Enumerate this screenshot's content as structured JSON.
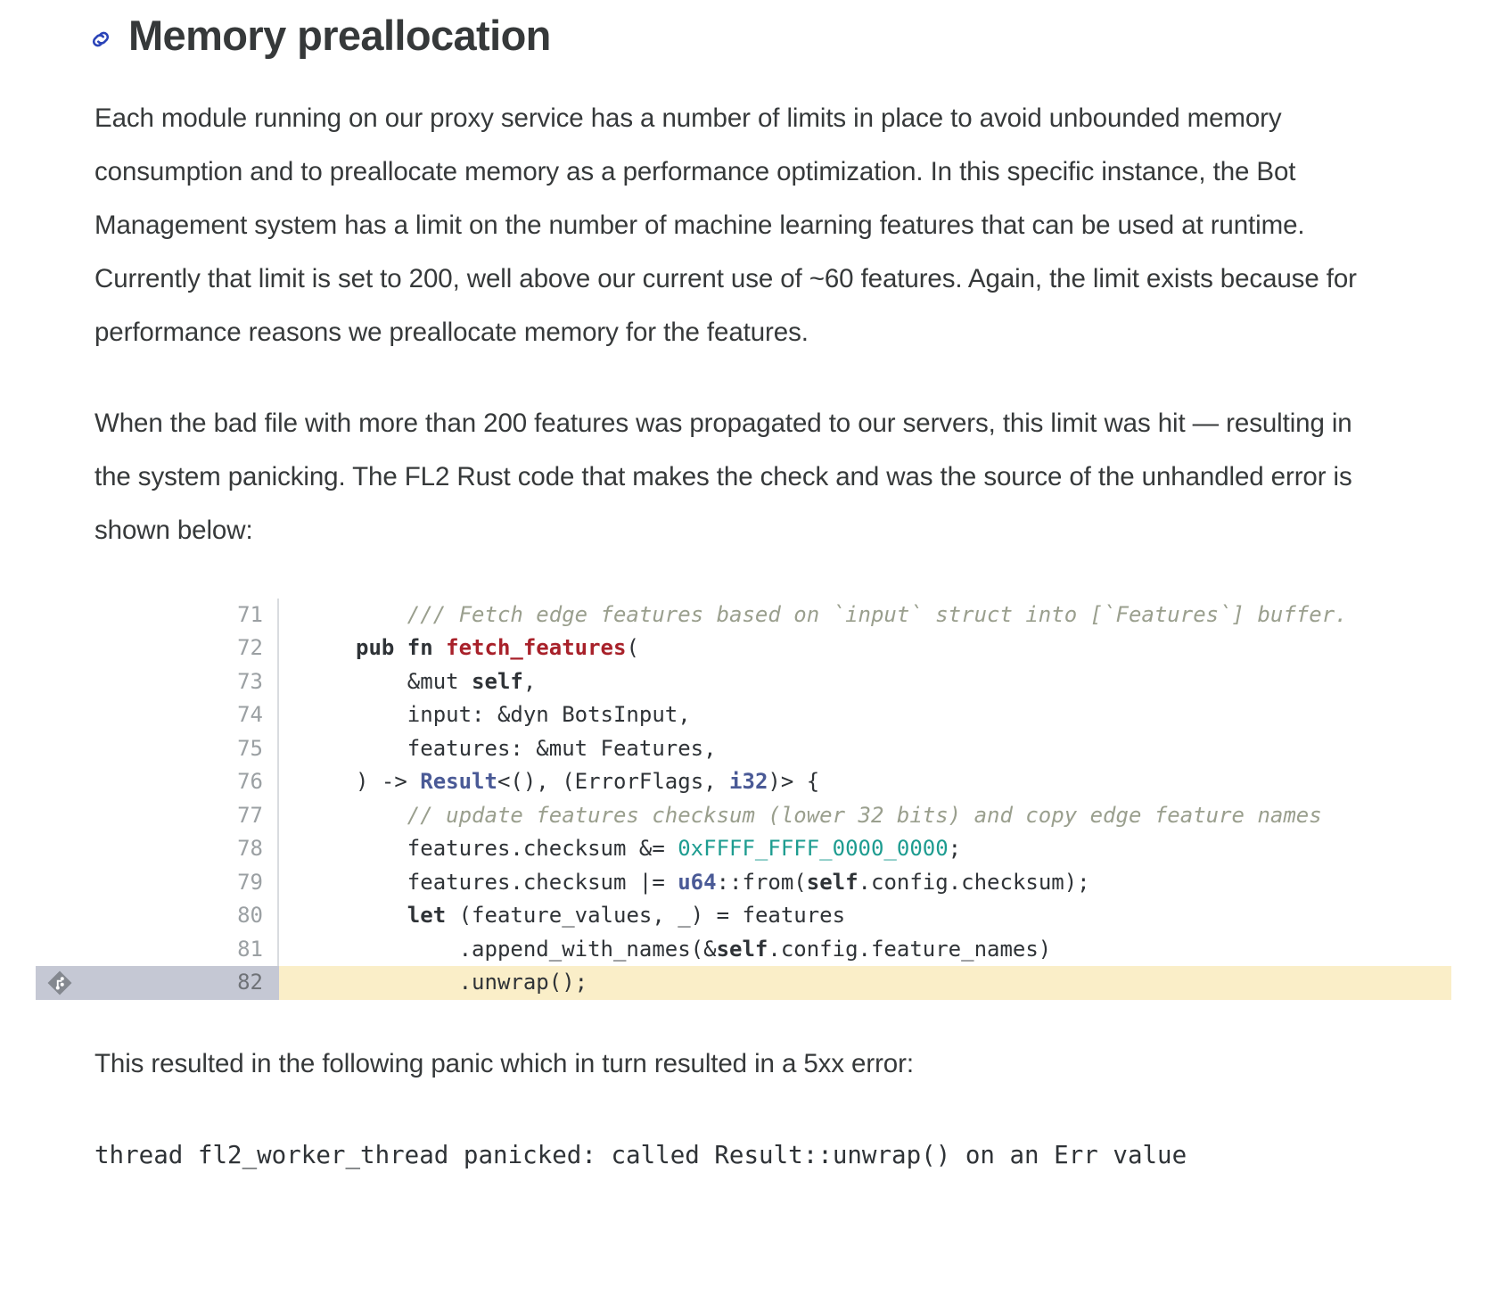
{
  "heading": {
    "anchor_icon": "link-icon",
    "title": "Memory preallocation"
  },
  "paragraphs": {
    "p1": "Each module running on our proxy service has a number of limits in place to avoid unbounded memory consumption and to preallocate memory as a performance optimization. In this specific instance, the Bot Management system has a limit on the number of machine learning features that can be used at runtime. Currently that limit is set to 200, well above our current use of ~60 features. Again, the limit exists because for performance reasons we preallocate memory for the features.",
    "p2": "When the bad file with more than 200 features was propagated to our servers, this limit was hit — resulting in the system panicking. The FL2 Rust code that makes the check and was the source of the unhandled error is shown below:",
    "p3": "This resulted in the following panic which in turn resulted in a 5xx error:"
  },
  "code_block": {
    "language": "rust",
    "marker_icon": "git-diamond-icon",
    "highlight_color": "#faeec8",
    "marked_gutter_color": "#c5c8d4",
    "lines": [
      {
        "number": "71",
        "marked": false,
        "tokens": [
          {
            "t": "    ",
            "c": "plain"
          },
          {
            "t": "/// Fetch edge features based on `input` struct into [`Features`] buffer.",
            "c": "comment"
          }
        ]
      },
      {
        "number": "72",
        "marked": false,
        "tokens": [
          {
            "t": "pub fn ",
            "c": "kw"
          },
          {
            "t": "fetch_features",
            "c": "fn"
          },
          {
            "t": "(",
            "c": "plain"
          }
        ]
      },
      {
        "number": "73",
        "marked": false,
        "tokens": [
          {
            "t": "    &mut ",
            "c": "plain"
          },
          {
            "t": "self",
            "c": "self"
          },
          {
            "t": ",",
            "c": "plain"
          }
        ]
      },
      {
        "number": "74",
        "marked": false,
        "tokens": [
          {
            "t": "    input: &dyn BotsInput,",
            "c": "plain"
          }
        ]
      },
      {
        "number": "75",
        "marked": false,
        "tokens": [
          {
            "t": "    features: &mut Features,",
            "c": "plain"
          }
        ]
      },
      {
        "number": "76",
        "marked": false,
        "tokens": [
          {
            "t": ") -> ",
            "c": "plain"
          },
          {
            "t": "Result",
            "c": "type"
          },
          {
            "t": "<(), (ErrorFlags, ",
            "c": "plain"
          },
          {
            "t": "i32",
            "c": "type"
          },
          {
            "t": ")> {",
            "c": "plain"
          }
        ]
      },
      {
        "number": "77",
        "marked": false,
        "tokens": [
          {
            "t": "    ",
            "c": "plain"
          },
          {
            "t": "// update features checksum (lower 32 bits) and copy edge feature names",
            "c": "comment"
          }
        ]
      },
      {
        "number": "78",
        "marked": false,
        "tokens": [
          {
            "t": "    features.checksum &= ",
            "c": "plain"
          },
          {
            "t": "0xFFFF_FFFF_0000_0000",
            "c": "num"
          },
          {
            "t": ";",
            "c": "plain"
          }
        ]
      },
      {
        "number": "79",
        "marked": false,
        "tokens": [
          {
            "t": "    features.checksum |= ",
            "c": "plain"
          },
          {
            "t": "u64",
            "c": "type"
          },
          {
            "t": "::from(",
            "c": "plain"
          },
          {
            "t": "self",
            "c": "self"
          },
          {
            "t": ".config.checksum);",
            "c": "plain"
          }
        ]
      },
      {
        "number": "80",
        "marked": false,
        "tokens": [
          {
            "t": "    ",
            "c": "plain"
          },
          {
            "t": "let",
            "c": "kw"
          },
          {
            "t": " (feature_values, _) = features",
            "c": "plain"
          }
        ]
      },
      {
        "number": "81",
        "marked": false,
        "tokens": [
          {
            "t": "        .append_with_names(&",
            "c": "plain"
          },
          {
            "t": "self",
            "c": "self"
          },
          {
            "t": ".config.feature_names)",
            "c": "plain"
          }
        ]
      },
      {
        "number": "82",
        "marked": true,
        "tokens": [
          {
            "t": "        .unwrap();",
            "c": "plain"
          }
        ]
      }
    ]
  },
  "panic_output": {
    "text": "thread fl2_worker_thread panicked: called Result::unwrap() on an Err value"
  }
}
